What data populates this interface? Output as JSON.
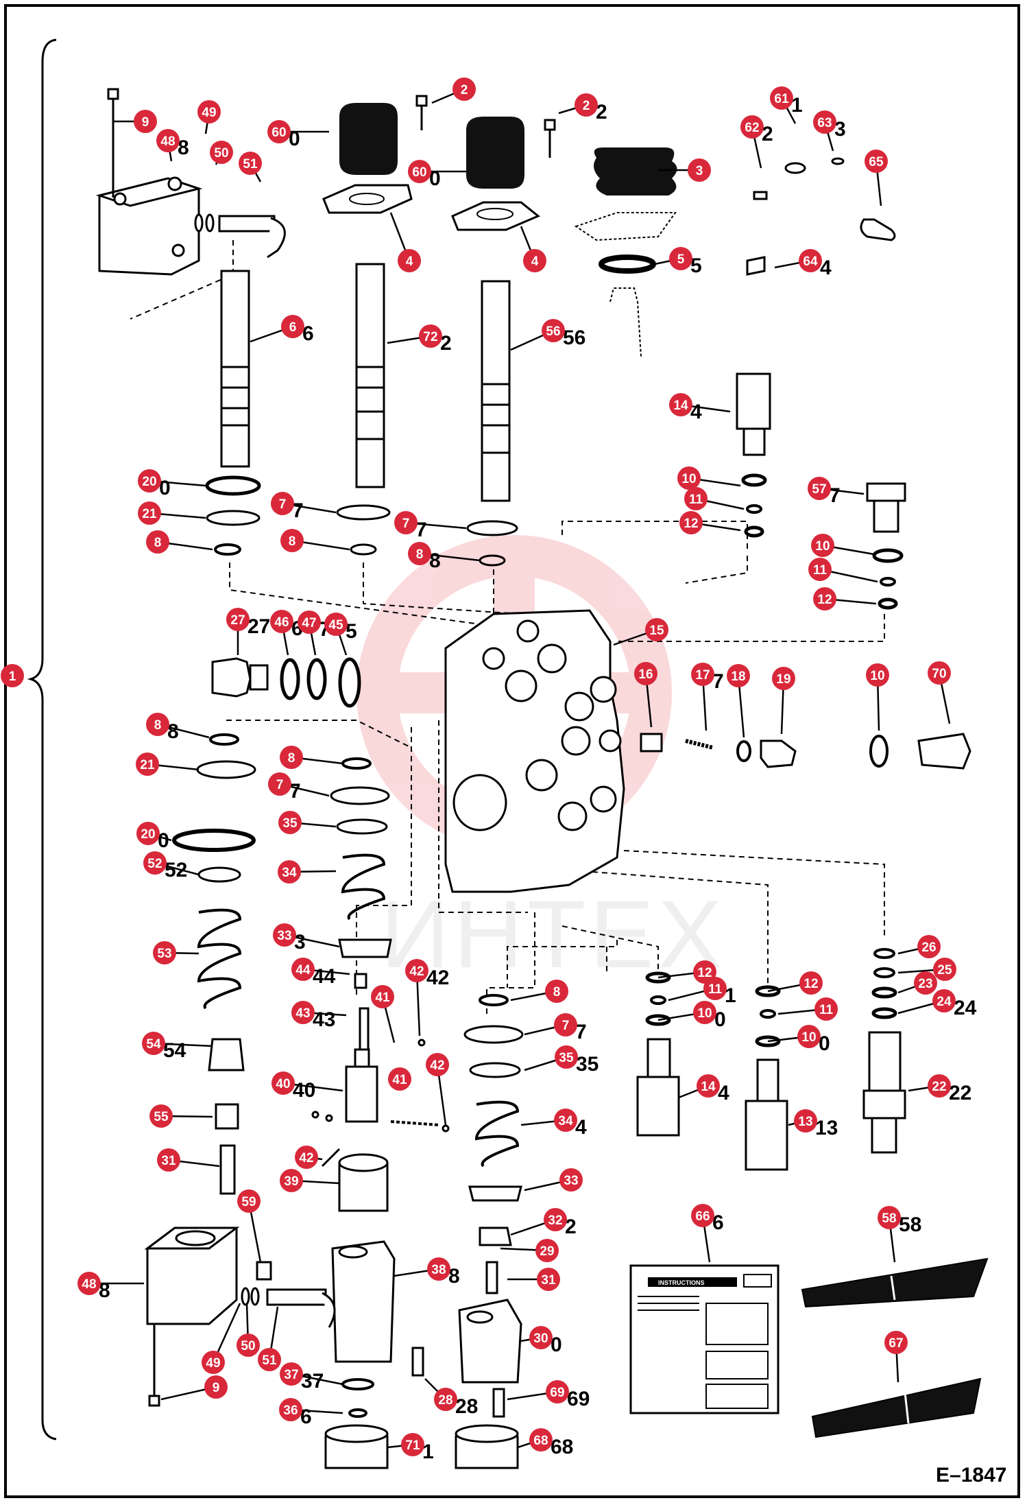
{
  "drawing_number": "E–1847",
  "watermark": "ИНТЕХ",
  "instructions_card_title": "INSTRUCTIONS",
  "accent_color": "#d8283a",
  "callouts": [
    {
      "id": "1",
      "label": "1",
      "printed": ""
    },
    {
      "id": "9a",
      "label": "9",
      "printed": ""
    },
    {
      "id": "48a",
      "label": "48",
      "printed": "8"
    },
    {
      "id": "49a",
      "label": "49",
      "printed": ""
    },
    {
      "id": "50a",
      "label": "50",
      "printed": ""
    },
    {
      "id": "51a",
      "label": "51",
      "printed": ""
    },
    {
      "id": "60a",
      "label": "60",
      "printed": "0"
    },
    {
      "id": "60b",
      "label": "60",
      "printed": "0"
    },
    {
      "id": "2a",
      "label": "2",
      "printed": ""
    },
    {
      "id": "2b",
      "label": "2",
      "printed": "2"
    },
    {
      "id": "3",
      "label": "3",
      "printed": ""
    },
    {
      "id": "4a",
      "label": "4",
      "printed": ""
    },
    {
      "id": "4b",
      "label": "4",
      "printed": ""
    },
    {
      "id": "5",
      "label": "5",
      "printed": "5"
    },
    {
      "id": "61",
      "label": "61",
      "printed": "1"
    },
    {
      "id": "62",
      "label": "62",
      "printed": "2"
    },
    {
      "id": "63",
      "label": "63",
      "printed": "3"
    },
    {
      "id": "65",
      "label": "65",
      "printed": ""
    },
    {
      "id": "64",
      "label": "64",
      "printed": "4"
    },
    {
      "id": "6",
      "label": "6",
      "printed": "6"
    },
    {
      "id": "72",
      "label": "72",
      "printed": "2"
    },
    {
      "id": "56",
      "label": "56",
      "printed": "56"
    },
    {
      "id": "14a",
      "label": "14",
      "printed": "4"
    },
    {
      "id": "10a",
      "label": "10",
      "printed": ""
    },
    {
      "id": "11a",
      "label": "11",
      "printed": ""
    },
    {
      "id": "12a",
      "label": "12",
      "printed": ""
    },
    {
      "id": "57",
      "label": "57",
      "printed": "7"
    },
    {
      "id": "10b",
      "label": "10",
      "printed": ""
    },
    {
      "id": "11b",
      "label": "11",
      "printed": ""
    },
    {
      "id": "12b",
      "label": "12",
      "printed": ""
    },
    {
      "id": "20a",
      "label": "20",
      "printed": "0"
    },
    {
      "id": "21a",
      "label": "21",
      "printed": ""
    },
    {
      "id": "8a",
      "label": "8",
      "printed": ""
    },
    {
      "id": "7a",
      "label": "7",
      "printed": "7"
    },
    {
      "id": "8b",
      "label": "8",
      "printed": ""
    },
    {
      "id": "7b",
      "label": "7",
      "printed": "7"
    },
    {
      "id": "8c",
      "label": "8",
      "printed": "8"
    },
    {
      "id": "27",
      "label": "27",
      "printed": "27"
    },
    {
      "id": "46",
      "label": "46",
      "printed": "6"
    },
    {
      "id": "47",
      "label": "47",
      "printed": "7"
    },
    {
      "id": "45",
      "label": "45",
      "printed": "5"
    },
    {
      "id": "15",
      "label": "15",
      "printed": ""
    },
    {
      "id": "16",
      "label": "16",
      "printed": ""
    },
    {
      "id": "17",
      "label": "17",
      "printed": "7"
    },
    {
      "id": "18",
      "label": "18",
      "printed": ""
    },
    {
      "id": "19",
      "label": "19",
      "printed": ""
    },
    {
      "id": "10c",
      "label": "10",
      "printed": ""
    },
    {
      "id": "70",
      "label": "70",
      "printed": ""
    },
    {
      "id": "8d",
      "label": "8",
      "printed": "8"
    },
    {
      "id": "21b",
      "label": "21",
      "printed": ""
    },
    {
      "id": "8e",
      "label": "8",
      "printed": ""
    },
    {
      "id": "7c",
      "label": "7",
      "printed": "7"
    },
    {
      "id": "35a",
      "label": "35",
      "printed": ""
    },
    {
      "id": "20b",
      "label": "20",
      "printed": "0"
    },
    {
      "id": "52",
      "label": "52",
      "printed": "52"
    },
    {
      "id": "34a",
      "label": "34",
      "printed": ""
    },
    {
      "id": "33a",
      "label": "33",
      "printed": "3"
    },
    {
      "id": "53",
      "label": "53",
      "printed": ""
    },
    {
      "id": "44",
      "label": "44",
      "printed": "44"
    },
    {
      "id": "42a",
      "label": "42",
      "printed": "42"
    },
    {
      "id": "41a",
      "label": "41",
      "printed": ""
    },
    {
      "id": "43",
      "label": "43",
      "printed": "43"
    },
    {
      "id": "54",
      "label": "54",
      "printed": "54"
    },
    {
      "id": "41b",
      "label": "41",
      "printed": ""
    },
    {
      "id": "42b",
      "label": "42",
      "printed": ""
    },
    {
      "id": "40",
      "label": "40",
      "printed": "40"
    },
    {
      "id": "55",
      "label": "55",
      "printed": ""
    },
    {
      "id": "42c",
      "label": "42",
      "printed": ""
    },
    {
      "id": "31a",
      "label": "31",
      "printed": ""
    },
    {
      "id": "39",
      "label": "39",
      "printed": ""
    },
    {
      "id": "8f",
      "label": "8",
      "printed": ""
    },
    {
      "id": "7d",
      "label": "7",
      "printed": "7"
    },
    {
      "id": "35b",
      "label": "35",
      "printed": "35"
    },
    {
      "id": "34b",
      "label": "34",
      "printed": "4"
    },
    {
      "id": "33b",
      "label": "33",
      "printed": ""
    },
    {
      "id": "32",
      "label": "32",
      "printed": "2"
    },
    {
      "id": "29",
      "label": "29",
      "printed": ""
    },
    {
      "id": "31b",
      "label": "31",
      "printed": ""
    },
    {
      "id": "38",
      "label": "38",
      "printed": "8"
    },
    {
      "id": "30",
      "label": "30",
      "printed": "0"
    },
    {
      "id": "59",
      "label": "59",
      "printed": ""
    },
    {
      "id": "48b",
      "label": "48",
      "printed": "8"
    },
    {
      "id": "50b",
      "label": "50",
      "printed": ""
    },
    {
      "id": "51b",
      "label": "51",
      "printed": ""
    },
    {
      "id": "49b",
      "label": "49",
      "printed": ""
    },
    {
      "id": "9b",
      "label": "9",
      "printed": ""
    },
    {
      "id": "37",
      "label": "37",
      "printed": "37"
    },
    {
      "id": "36",
      "label": "36",
      "printed": "6"
    },
    {
      "id": "28",
      "label": "28",
      "printed": "28"
    },
    {
      "id": "69",
      "label": "69",
      "printed": "69"
    },
    {
      "id": "71",
      "label": "71",
      "printed": "1"
    },
    {
      "id": "68",
      "label": "68",
      "printed": "68"
    },
    {
      "id": "12c",
      "label": "12",
      "printed": ""
    },
    {
      "id": "11c",
      "label": "11",
      "printed": "1"
    },
    {
      "id": "10d",
      "label": "10",
      "printed": "0"
    },
    {
      "id": "14b",
      "label": "14",
      "printed": "4"
    },
    {
      "id": "12d",
      "label": "12",
      "printed": ""
    },
    {
      "id": "11d",
      "label": "11",
      "printed": ""
    },
    {
      "id": "10e",
      "label": "10",
      "printed": "0"
    },
    {
      "id": "13",
      "label": "13",
      "printed": "13"
    },
    {
      "id": "26",
      "label": "26",
      "printed": ""
    },
    {
      "id": "25",
      "label": "25",
      "printed": ""
    },
    {
      "id": "23",
      "label": "23",
      "printed": ""
    },
    {
      "id": "24",
      "label": "24",
      "printed": "24"
    },
    {
      "id": "22",
      "label": "22",
      "printed": "22"
    },
    {
      "id": "66",
      "label": "66",
      "printed": "6"
    },
    {
      "id": "58",
      "label": "58",
      "printed": "58"
    },
    {
      "id": "67",
      "label": "67",
      "printed": ""
    }
  ]
}
